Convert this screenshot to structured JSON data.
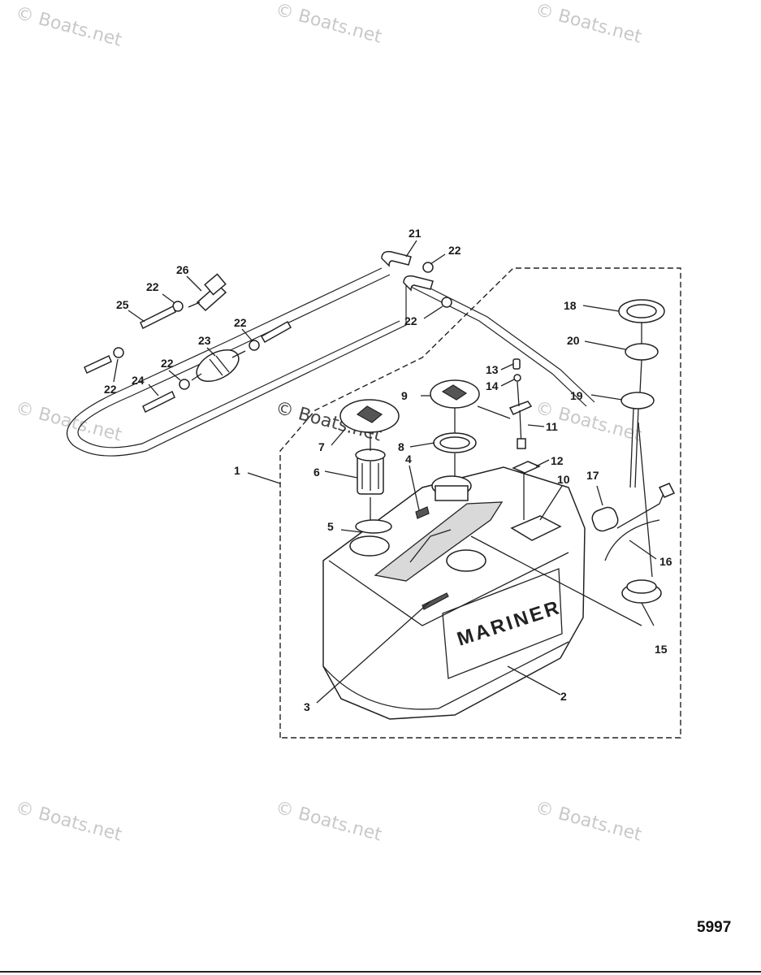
{
  "watermark": "© Boats.net",
  "figure_number": "5997",
  "tank_brand": "MARINER",
  "callouts": {
    "c1": "1",
    "c2": "2",
    "c3": "3",
    "c4": "4",
    "c5": "5",
    "c6": "6",
    "c7": "7",
    "c8": "8",
    "c9": "9",
    "c10": "10",
    "c11": "11",
    "c12": "12",
    "c13": "13",
    "c14": "14",
    "c15": "15",
    "c16": "16",
    "c17": "17",
    "c18": "18",
    "c19": "19",
    "c20": "20",
    "c21": "21",
    "c22a": "22",
    "c22b": "22",
    "c22c": "22",
    "c22d": "22",
    "c22e": "22",
    "c22f": "22",
    "c23": "23",
    "c24": "24",
    "c25": "25",
    "c26": "26"
  }
}
